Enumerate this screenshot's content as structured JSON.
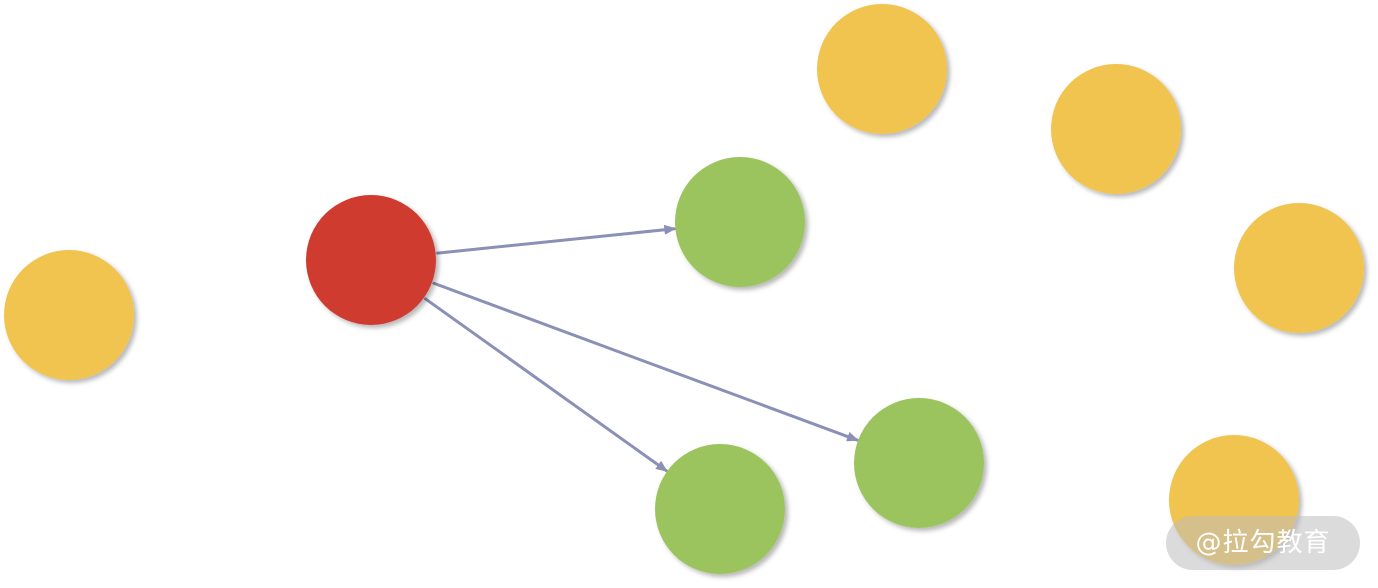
{
  "colors": {
    "source_node": "#cf3a2f",
    "target_node": "#9bc45f",
    "other_node": "#f1c34f",
    "edge": "#8a90b6"
  },
  "nodes": [
    {
      "id": "source",
      "role": "source"
    },
    {
      "id": "target-1",
      "role": "target"
    },
    {
      "id": "target-2",
      "role": "target"
    },
    {
      "id": "target-3",
      "role": "target"
    },
    {
      "id": "other-1",
      "role": "other"
    },
    {
      "id": "other-2",
      "role": "other"
    },
    {
      "id": "other-3",
      "role": "other"
    },
    {
      "id": "other-4",
      "role": "other"
    },
    {
      "id": "other-5",
      "role": "other"
    }
  ],
  "edges": [
    {
      "from": "source",
      "to": "target-1"
    },
    {
      "from": "source",
      "to": "target-2"
    },
    {
      "from": "source",
      "to": "target-3"
    }
  ],
  "watermark": {
    "text": "@拉勾教育"
  }
}
